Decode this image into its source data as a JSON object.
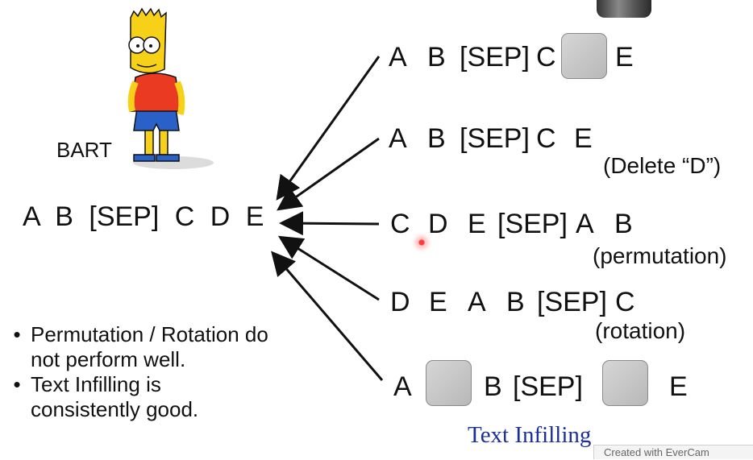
{
  "diagram": {
    "bart_label": "BART",
    "original_sequence": "A B [SEP] C D E",
    "corruptions": [
      {
        "tokens": [
          "A",
          "B",
          "[SEP]",
          "C",
          "[MASK]",
          "E"
        ],
        "note": ""
      },
      {
        "tokens": [
          "A",
          "B",
          "[SEP]",
          "C",
          "E"
        ],
        "note": "(Delete “D”)"
      },
      {
        "tokens": [
          "C",
          "D",
          "E",
          "[SEP]",
          "A",
          "B"
        ],
        "note": "(permutation)"
      },
      {
        "tokens": [
          "D",
          "E",
          "A",
          "B",
          "[SEP]",
          "C"
        ],
        "note": "(rotation)"
      },
      {
        "tokens": [
          "A",
          "[MASK]",
          "B",
          "[SEP]",
          "[MASK]",
          "E"
        ],
        "note": ""
      }
    ],
    "bullets": [
      "Permutation / Rotation do not perform well.",
      "Text Infilling is consistently good."
    ],
    "text_infilling_title": "Text Infilling",
    "watermark": "Created with EverCam"
  }
}
